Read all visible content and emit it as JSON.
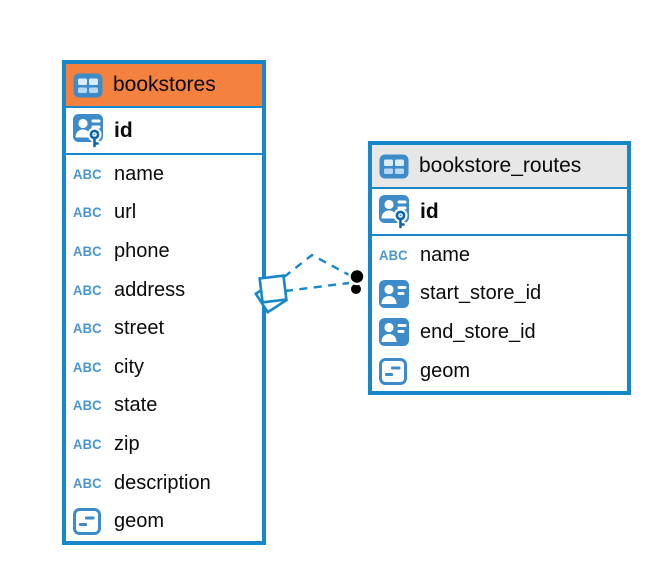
{
  "diagram": {
    "colors": {
      "accent": "#1787c9",
      "icon-blue": "#3d8cc9",
      "icon-blue-dark": "#0f67ab",
      "abc-blue": "#4796cf",
      "text": "#0a0a0a",
      "bookstores-header": "#f5813e",
      "routes-header": "#e7e7e7"
    },
    "tables": [
      {
        "name": "bookstores",
        "header_color_key": "bookstores-header",
        "columns": [
          {
            "label": "id",
            "icon": "primary-key",
            "primary": true
          },
          {
            "label": "name",
            "icon": "text"
          },
          {
            "label": "url",
            "icon": "text"
          },
          {
            "label": "phone",
            "icon": "text"
          },
          {
            "label": "address",
            "icon": "text"
          },
          {
            "label": "street",
            "icon": "text"
          },
          {
            "label": "city",
            "icon": "text"
          },
          {
            "label": "state",
            "icon": "text"
          },
          {
            "label": "zip",
            "icon": "text"
          },
          {
            "label": "description",
            "icon": "text"
          },
          {
            "label": "geom",
            "icon": "geometry"
          }
        ]
      },
      {
        "name": "bookstore_routes",
        "header_color_key": "routes-header",
        "columns": [
          {
            "label": "id",
            "icon": "primary-key",
            "primary": true
          },
          {
            "label": "name",
            "icon": "text"
          },
          {
            "label": "start_store_id",
            "icon": "reference"
          },
          {
            "label": "end_store_id",
            "icon": "reference"
          },
          {
            "label": "geom",
            "icon": "geometry"
          }
        ]
      }
    ],
    "relations": [
      {
        "from": "bookstores",
        "to": "bookstore_routes",
        "style": "dashed"
      },
      {
        "from": "bookstores",
        "to": "bookstore_routes",
        "style": "dashed"
      }
    ]
  }
}
